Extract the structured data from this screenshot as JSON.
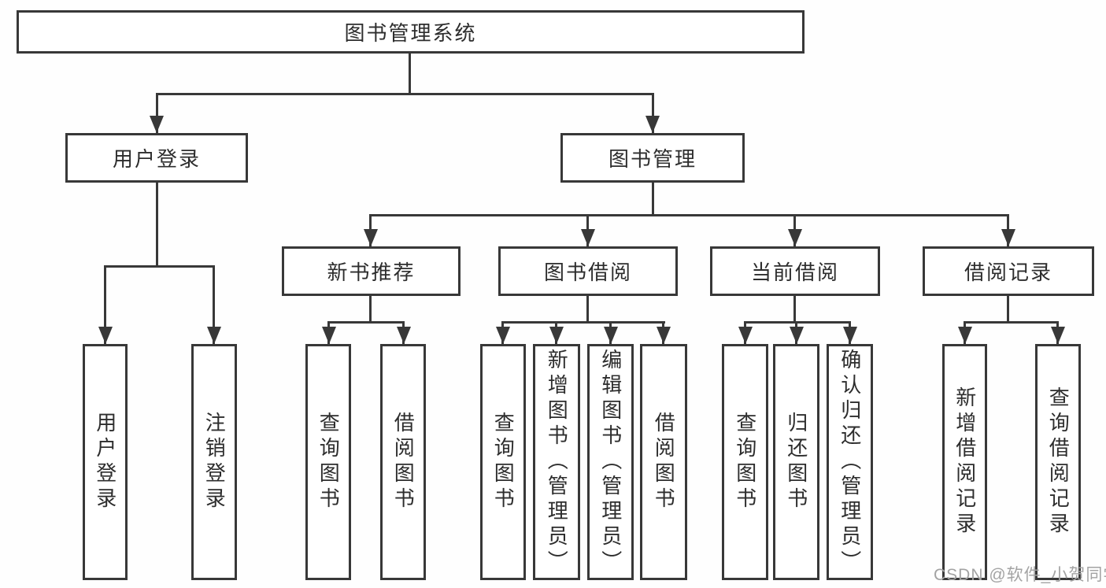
{
  "diagram_title": "图书管理系统",
  "colors": {
    "line": "#383838",
    "box_border": "#383838",
    "box_fill": "#ffffff",
    "text": "#2d2d2d",
    "watermark": "#a3a3a3",
    "background": "#fefefe"
  },
  "nodes": {
    "root": {
      "label": "图书管理系统"
    },
    "user_login": {
      "label": "用户登录"
    },
    "book_mgmt": {
      "label": "图书管理"
    },
    "new_book_rec": {
      "label": "新书推荐"
    },
    "book_borrow": {
      "label": "图书借阅"
    },
    "current_borrow": {
      "label": "当前借阅"
    },
    "borrow_records": {
      "label": "借阅记录"
    },
    "leaf_user_login": {
      "label": "用户登录"
    },
    "leaf_logout": {
      "label": "注销登录"
    },
    "leaf_query_books_rec": {
      "label": "查询图书"
    },
    "leaf_borrow_books_rec": {
      "label": "借阅图书"
    },
    "leaf_query_books_borrow": {
      "label": "查询图书"
    },
    "leaf_add_books": {
      "label": "新增图书（管理员）"
    },
    "leaf_edit_books": {
      "label": "编辑图书（管理员）"
    },
    "leaf_borrow_books": {
      "label": "借阅图书"
    },
    "leaf_query_books_current": {
      "label": "查询图书"
    },
    "leaf_return_books": {
      "label": "归还图书"
    },
    "leaf_confirm_return": {
      "label": "确认归还（管理员）"
    },
    "leaf_add_borrow_record": {
      "label": "新增借阅记录"
    },
    "leaf_query_borrow_record": {
      "label": "查询借阅记录"
    }
  },
  "hierarchy": {
    "图书管理系统": {
      "用户登录": [
        "用户登录",
        "注销登录"
      ],
      "图书管理": {
        "新书推荐": [
          "查询图书",
          "借阅图书"
        ],
        "图书借阅": [
          "查询图书",
          "新增图书（管理员）",
          "编辑图书（管理员）",
          "借阅图书"
        ],
        "当前借阅": [
          "查询图书",
          "归还图书",
          "确认归还（管理员）"
        ],
        "借阅记录": [
          "新增借阅记录",
          "查询借阅记录"
        ]
      }
    }
  },
  "watermark": "CSDN @软件_小贺同学"
}
